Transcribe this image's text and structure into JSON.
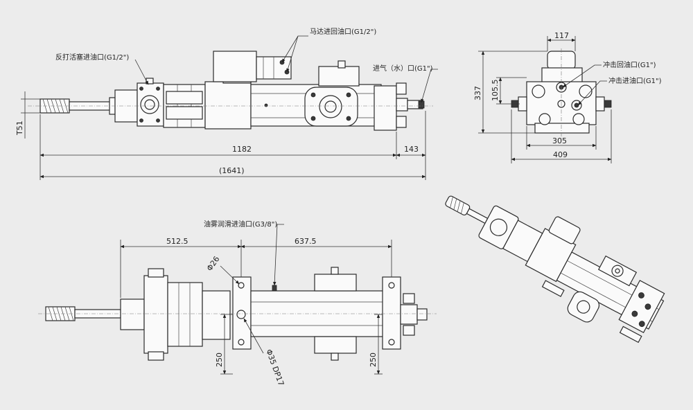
{
  "labels": {
    "motor_port": "马达进回油口(G1/2\")",
    "reverse_port": "反打活塞进油口(G1/2\")",
    "air_port": "进气（水）口(G1\")",
    "impact_return": "冲击回油口(G1\")",
    "impact_inlet": "冲击进油口(G1\")",
    "mist_port": "油雾润滑进油口(G3/8\")"
  },
  "dims": {
    "d1182": "1182",
    "d143": "143",
    "d1641": "(1641)",
    "dT51": "T51",
    "d117": "117",
    "d337": "337",
    "d105": "105.5",
    "d305": "305",
    "d409": "409",
    "d512": "512.5",
    "d637": "637.5",
    "d26": "Φ26",
    "d35": "Φ35  DP17",
    "d250a": "250",
    "d250b": "250"
  }
}
